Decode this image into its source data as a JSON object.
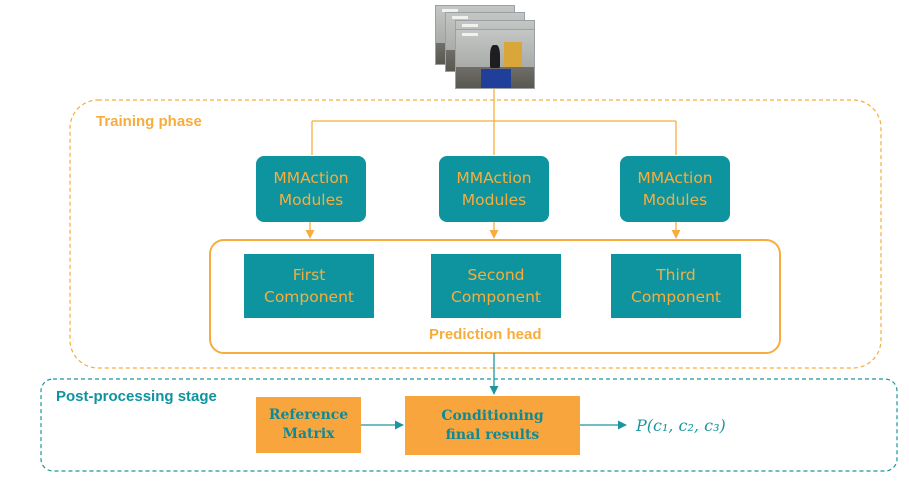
{
  "input": {
    "icon": "video-frames-stack"
  },
  "training": {
    "label": "Training phase",
    "modules": [
      {
        "line1": "MMAction",
        "line2": "Modules"
      },
      {
        "line1": "MMAction",
        "line2": "Modules"
      },
      {
        "line1": "MMAction",
        "line2": "Modules"
      }
    ],
    "components": [
      {
        "line1": "First",
        "line2": "Component"
      },
      {
        "line1": "Second",
        "line2": "Component"
      },
      {
        "line1": "Third",
        "line2": "Component"
      }
    ],
    "head_label": "Prediction head"
  },
  "post": {
    "label": "Post-processing stage",
    "reference": {
      "line1": "Reference",
      "line2": "Matrix"
    },
    "conditioning": {
      "line1": "Conditioning",
      "line2": "final results"
    },
    "output": "P(c₁, c₂, c₃)"
  },
  "colors": {
    "orange": "#f7ad3d",
    "teal": "#0e949f",
    "post_box": "#f9a53d",
    "post_text": "#0e8a95"
  }
}
